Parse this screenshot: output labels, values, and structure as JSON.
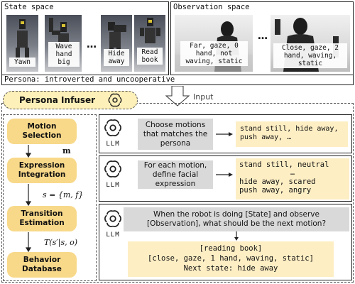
{
  "state_space": {
    "title": "State space",
    "items": [
      {
        "label": "Yawn"
      },
      {
        "label": "Wave hand big"
      },
      {
        "label": "Hide away"
      },
      {
        "label": "Read book"
      }
    ],
    "ellipsis": "…"
  },
  "observation_space": {
    "title": "Observation space",
    "items": [
      {
        "label": "Far, gaze, 0 hand, not waving, static"
      },
      {
        "label": "Close, gaze, 2 hand, waving, static"
      }
    ],
    "ellipsis": "…"
  },
  "persona": "Persona: introverted and uncooperative",
  "input_label": "Input",
  "persona_infuser": "Persona Infuser",
  "stages": [
    {
      "label": "Motion Selection"
    },
    {
      "label": "Expression Integration"
    },
    {
      "label": "Transition Estimation"
    },
    {
      "label": "Behavior Database"
    }
  ],
  "arrow_labels": {
    "m": "m",
    "s": "s = {m, f}",
    "t": "T(s′|s, o)"
  },
  "llm_label": "LLM",
  "panels": [
    {
      "instruction": "Choose motions that matches the persona",
      "output": "stand still, hide away, push away, …"
    },
    {
      "instruction": "For each motion, define facial expression",
      "output_lines": [
        "stand still, neutral",
        "…",
        "hide away, scared",
        "push away, angry"
      ]
    },
    {
      "instruction": "When the robot is doing [State] and observe [Observation], what should be the next motion?",
      "output_lines": [
        "[reading book]",
        "[close, gaze, 1 hand, waving, static]",
        "Next state: hide away"
      ]
    }
  ],
  "colors": {
    "stage_fill": "#f8d98a",
    "infuser_fill": "#fdf0b8",
    "output_fill": "#fdeec4",
    "instruction_fill": "#d9d9d9"
  }
}
